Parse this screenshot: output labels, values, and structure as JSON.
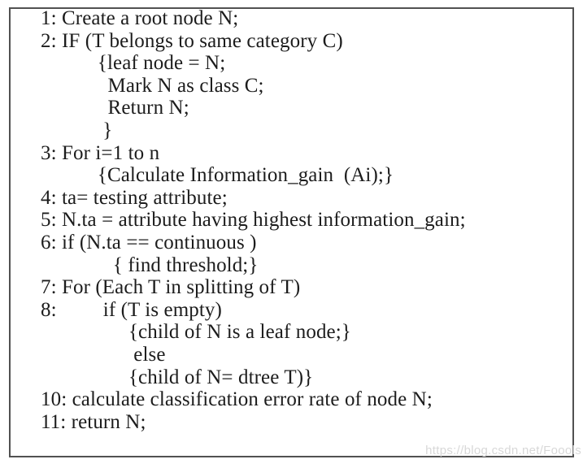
{
  "figure": {
    "type": "pseudocode-listing",
    "description": "Decision tree construction algorithm listing",
    "colors": {
      "background": "#ffffff",
      "border": "#515151",
      "text": "#1c1c1c"
    },
    "lines": [
      "1: Create a root node N;",
      "2: IF (T belongs to same category C)",
      "           {leaf node = N;",
      "             Mark N as class C;",
      "             Return N;",
      "            }",
      "3: For i=1 to n",
      "           {Calculate Information_gain  (Ai);}",
      "4: ta= testing attribute;",
      "5: N.ta = attribute having highest information_gain;",
      "6: if (N.ta == continuous )",
      "              { find threshold;}",
      "7: For (Each T in splitting of T)",
      "8:         if (T is empty)",
      "                 {child of N is a leaf node;}",
      "                  else",
      "                 {child of N= dtree T)}",
      "10: calculate classification error rate of node N;",
      "11: return N;"
    ]
  },
  "watermark": {
    "text": "https://blog.csdn.net/Foools",
    "color": "#d8d8d8"
  }
}
